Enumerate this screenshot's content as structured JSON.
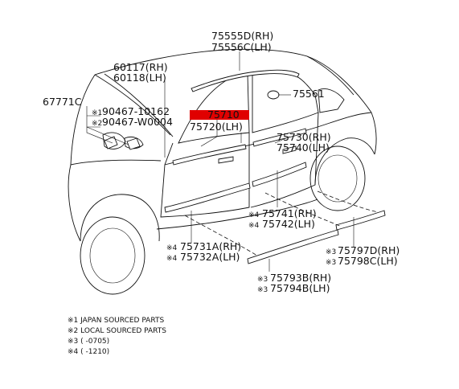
{
  "labels": {
    "p75555d": "75555D(RH)",
    "p75556c": "75556C(LH)",
    "p60117": "60117(RH)",
    "p60118": "60118(LH)",
    "p67771c": "67771C",
    "p90467_10162": "90467-10162",
    "p90467_w0004": "90467-W0004",
    "p75561": "75561",
    "p75710": "75710",
    "p75720": "75720(LH)",
    "p75730": "75730(RH)",
    "p75740": "75740(LH)",
    "p75741": "75741(RH)",
    "p75742": "75742(LH)",
    "p75731a": "75731A(RH)",
    "p75732a": "75732A(LH)",
    "p75797d": "75797D(RH)",
    "p75798c": "75798C(LH)",
    "p75793b": "75793B(RH)",
    "p75794b": "75794B(LH)"
  },
  "marks": {
    "m1": "※1",
    "m2": "※2",
    "m3": "※3",
    "m4": "※4"
  },
  "notes": [
    "※1 JAPAN SOURCED PARTS",
    "※2 LOCAL SOURCED PARTS",
    "※3 (      -0705)",
    "※4 (      -1210)"
  ],
  "colors": {
    "highlight": "#e00000",
    "line": "#111111"
  }
}
